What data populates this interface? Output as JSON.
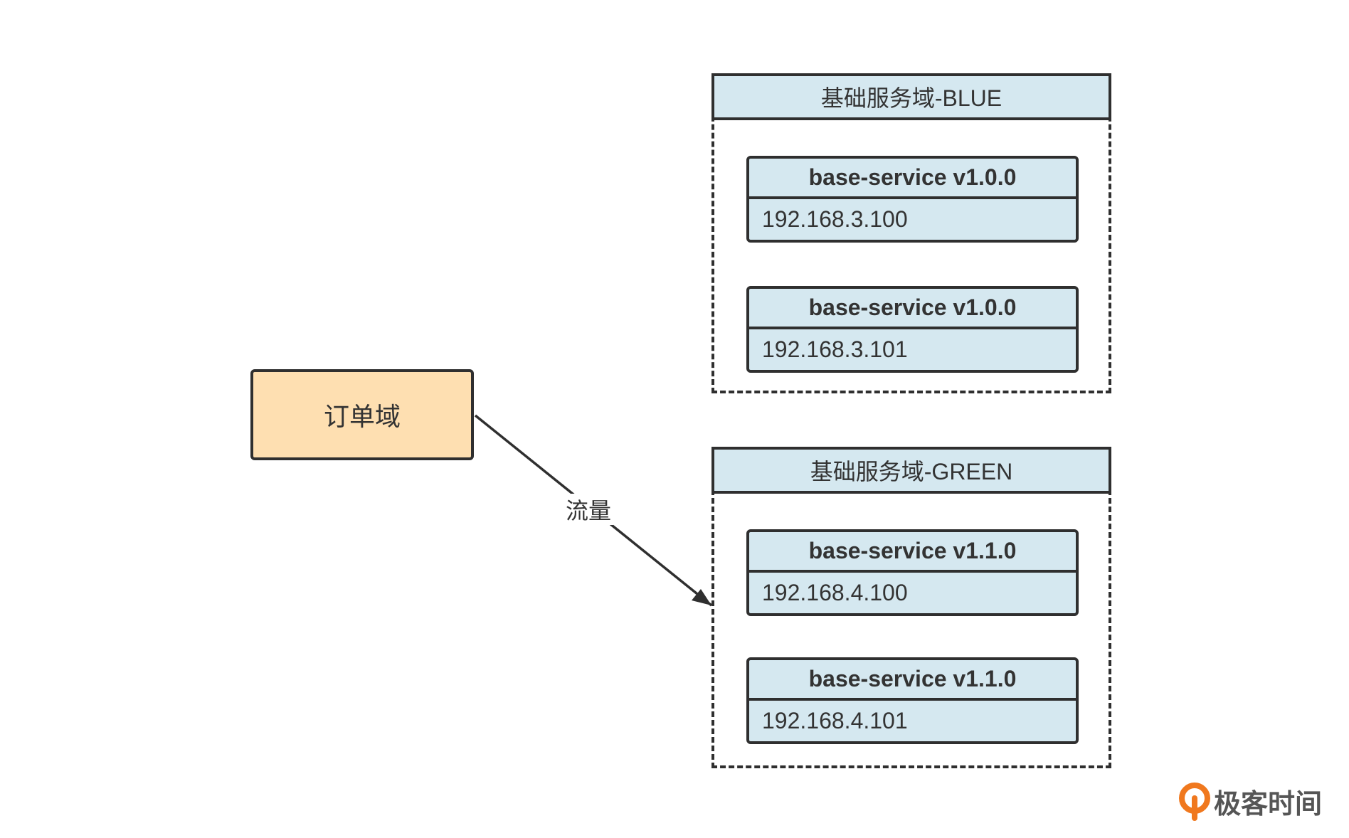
{
  "order_domain": {
    "label": "订单域"
  },
  "edge": {
    "label": "流量"
  },
  "blue_domain": {
    "title": "基础服务域-BLUE",
    "services": [
      {
        "name": "base-service v1.0.0",
        "ip": "192.168.3.100"
      },
      {
        "name": "base-service v1.0.0",
        "ip": "192.168.3.101"
      }
    ]
  },
  "green_domain": {
    "title": "基础服务域-GREEN",
    "services": [
      {
        "name": "base-service v1.1.0",
        "ip": "192.168.4.100"
      },
      {
        "name": "base-service v1.1.0",
        "ip": "192.168.4.101"
      }
    ]
  },
  "watermark": {
    "logo_icon": "geektime-logo-icon",
    "text": "极客时间"
  },
  "colors": {
    "service_fill": "#d5e8f0",
    "order_fill": "#fedfb1",
    "stroke": "#2f2f2f",
    "text": "#333333",
    "logo_orange": "#f0781e"
  }
}
